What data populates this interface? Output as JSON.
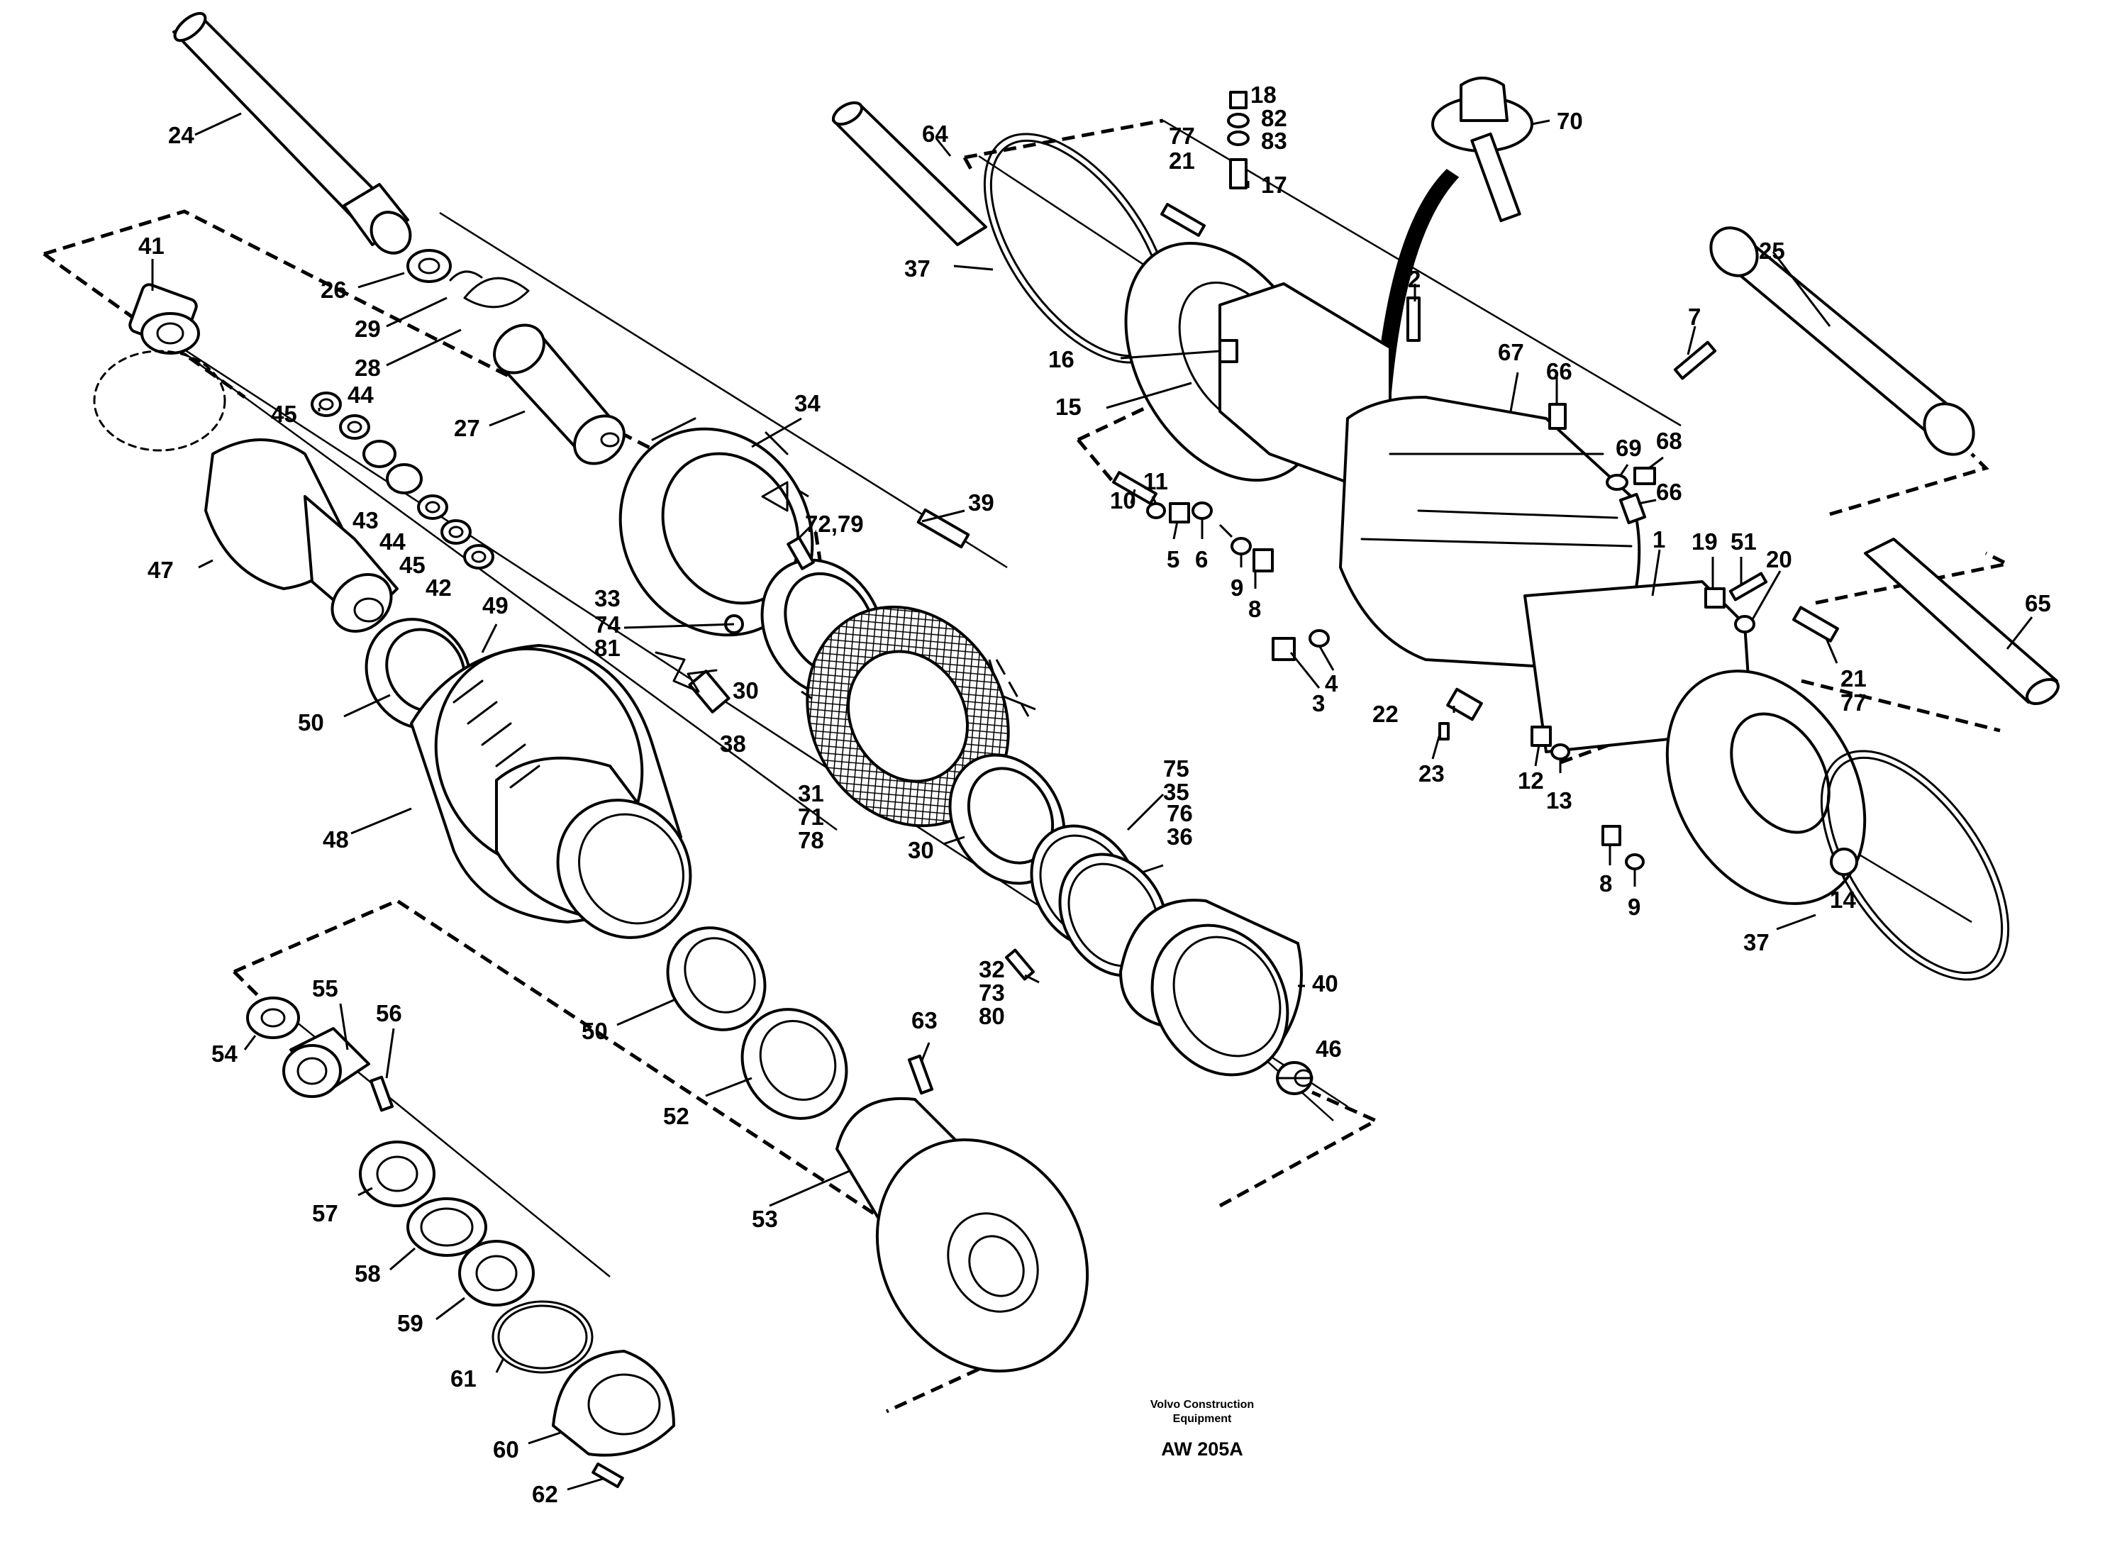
{
  "callouts": [
    {
      "id": "c24",
      "text": "24"
    },
    {
      "id": "c26",
      "text": "26"
    },
    {
      "id": "c29",
      "text": "29"
    },
    {
      "id": "c28",
      "text": "28"
    },
    {
      "id": "c41",
      "text": "41"
    },
    {
      "id": "c45a",
      "text": "45"
    },
    {
      "id": "c44a",
      "text": "44"
    },
    {
      "id": "c27",
      "text": "27"
    },
    {
      "id": "c43",
      "text": "43"
    },
    {
      "id": "c44b",
      "text": "44"
    },
    {
      "id": "c45b",
      "text": "45"
    },
    {
      "id": "c42",
      "text": "42"
    },
    {
      "id": "c47",
      "text": "47"
    },
    {
      "id": "c34",
      "text": "34"
    },
    {
      "id": "c39",
      "text": "39"
    },
    {
      "id": "c7279",
      "text": "72,79"
    },
    {
      "id": "c33",
      "text": "33"
    },
    {
      "id": "c49",
      "text": "49"
    },
    {
      "id": "c74",
      "text": "74"
    },
    {
      "id": "c81",
      "text": "81"
    },
    {
      "id": "c30a",
      "text": "30"
    },
    {
      "id": "c50a",
      "text": "50"
    },
    {
      "id": "c38",
      "text": "38"
    },
    {
      "id": "c31",
      "text": "31"
    },
    {
      "id": "c71",
      "text": "71"
    },
    {
      "id": "c78",
      "text": "78"
    },
    {
      "id": "c48",
      "text": "48"
    },
    {
      "id": "c30b",
      "text": "30"
    },
    {
      "id": "c75",
      "text": "75"
    },
    {
      "id": "c35",
      "text": "35"
    },
    {
      "id": "c76",
      "text": "76"
    },
    {
      "id": "c36",
      "text": "36"
    },
    {
      "id": "c55",
      "text": "55"
    },
    {
      "id": "c56",
      "text": "56"
    },
    {
      "id": "c54",
      "text": "54"
    },
    {
      "id": "c32",
      "text": "32"
    },
    {
      "id": "c73",
      "text": "73"
    },
    {
      "id": "c80",
      "text": "80"
    },
    {
      "id": "c40",
      "text": "40"
    },
    {
      "id": "c50b",
      "text": "50"
    },
    {
      "id": "c63",
      "text": "63"
    },
    {
      "id": "c46",
      "text": "46"
    },
    {
      "id": "c52",
      "text": "52"
    },
    {
      "id": "c57",
      "text": "57"
    },
    {
      "id": "c53",
      "text": "53"
    },
    {
      "id": "c58",
      "text": "58"
    },
    {
      "id": "c59",
      "text": "59"
    },
    {
      "id": "c61",
      "text": "61"
    },
    {
      "id": "c60",
      "text": "60"
    },
    {
      "id": "c62",
      "text": "62"
    },
    {
      "id": "c64",
      "text": "64"
    },
    {
      "id": "c18",
      "text": "18"
    },
    {
      "id": "c82",
      "text": "82"
    },
    {
      "id": "c83",
      "text": "83"
    },
    {
      "id": "c77a",
      "text": "77"
    },
    {
      "id": "c21a",
      "text": "21"
    },
    {
      "id": "c17",
      "text": "17"
    },
    {
      "id": "c70",
      "text": "70"
    },
    {
      "id": "c37a",
      "text": "37"
    },
    {
      "id": "c25",
      "text": "25"
    },
    {
      "id": "c2",
      "text": "2"
    },
    {
      "id": "c7",
      "text": "7"
    },
    {
      "id": "c16",
      "text": "16"
    },
    {
      "id": "c67",
      "text": "67"
    },
    {
      "id": "c66a",
      "text": "66"
    },
    {
      "id": "c15",
      "text": "15"
    },
    {
      "id": "c69",
      "text": "69"
    },
    {
      "id": "c68",
      "text": "68"
    },
    {
      "id": "c11",
      "text": "11"
    },
    {
      "id": "c10",
      "text": "10"
    },
    {
      "id": "c66b",
      "text": "66"
    },
    {
      "id": "c5",
      "text": "5"
    },
    {
      "id": "c6",
      "text": "6"
    },
    {
      "id": "c1",
      "text": "1"
    },
    {
      "id": "c19",
      "text": "19"
    },
    {
      "id": "c51",
      "text": "51"
    },
    {
      "id": "c20",
      "text": "20"
    },
    {
      "id": "c65",
      "text": "65"
    },
    {
      "id": "c9a",
      "text": "9"
    },
    {
      "id": "c8a",
      "text": "8"
    },
    {
      "id": "c4",
      "text": "4"
    },
    {
      "id": "c3",
      "text": "3"
    },
    {
      "id": "c21b",
      "text": "21"
    },
    {
      "id": "c77b",
      "text": "77"
    },
    {
      "id": "c22",
      "text": "22"
    },
    {
      "id": "c23",
      "text": "23"
    },
    {
      "id": "c12",
      "text": "12"
    },
    {
      "id": "c13",
      "text": "13"
    },
    {
      "id": "c14",
      "text": "14"
    },
    {
      "id": "c8b",
      "text": "8"
    },
    {
      "id": "c9b",
      "text": "9"
    },
    {
      "id": "c37b",
      "text": "37"
    }
  ],
  "footer": {
    "company_line1": "Volvo Construction",
    "company_line2": "Equipment",
    "drawing_code": "AW 205A"
  }
}
